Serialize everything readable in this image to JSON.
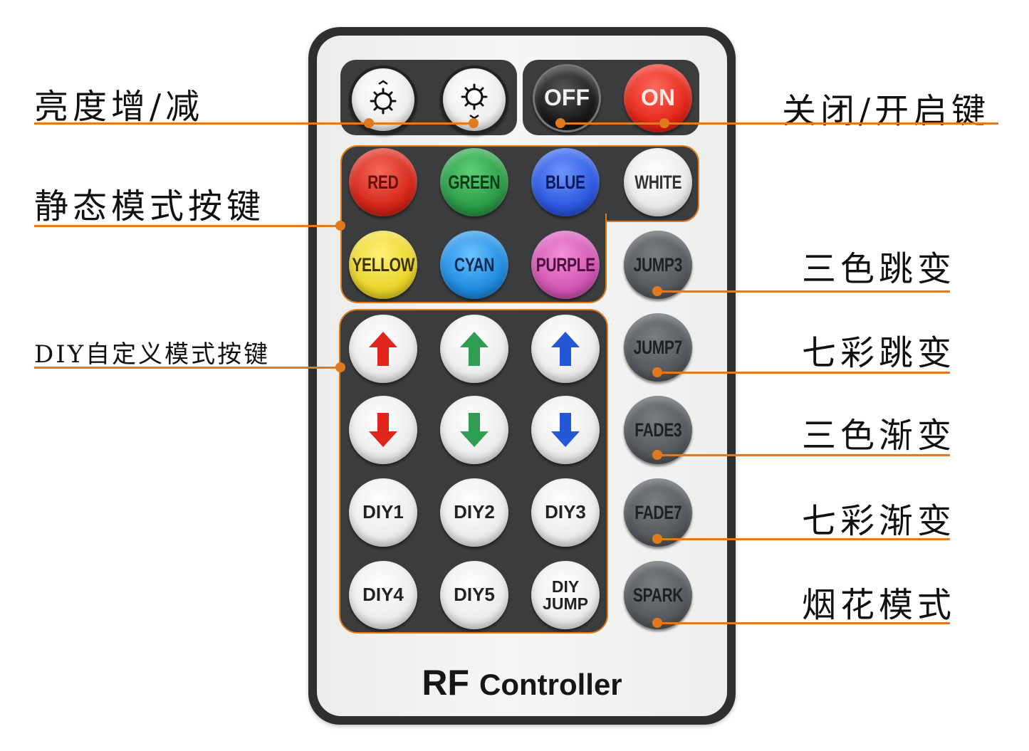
{
  "title": "RF Controller",
  "title_parts": {
    "a": "RF",
    "b": "Controller"
  },
  "labels": {
    "brightness": "亮度增/减",
    "power": "关闭/开启键",
    "static": "静态模式按键",
    "diy": "DIY自定义模式按键",
    "jump3": "三色跳变",
    "jump7": "七彩跳变",
    "fade3": "三色渐变",
    "fade7": "七彩渐变",
    "spark": "烟花模式"
  },
  "buttons": {
    "off": "OFF",
    "on": "ON",
    "red": "RED",
    "green": "GREEN",
    "blue": "BLUE",
    "white": "WHITE",
    "yellow": "YELLOW",
    "cyan": "CYAN",
    "purple": "PURPLE",
    "jump3": "JUMP3",
    "jump7": "JUMP7",
    "fade3": "FADE3",
    "fade7": "FADE7",
    "spark": "SPARK",
    "diy1": "DIY1",
    "diy2": "DIY2",
    "diy3": "DIY3",
    "diy4": "DIY4",
    "diy5": "DIY5",
    "diyjump_1": "DIY",
    "diyjump_2": "JUMP"
  },
  "icons": {
    "bright_up": "brightness-up-icon",
    "bright_down": "brightness-down-icon",
    "arrow_up": "arrow-up-icon",
    "arrow_down": "arrow-down-icon"
  },
  "colors": {
    "accent_line": "#e07a1e",
    "remote_body": "#2e2f31",
    "panel": "#3b3c3e",
    "red_arrow": "#e0251c",
    "green_arrow": "#2f9e53",
    "blue_arrow": "#2457d6"
  }
}
